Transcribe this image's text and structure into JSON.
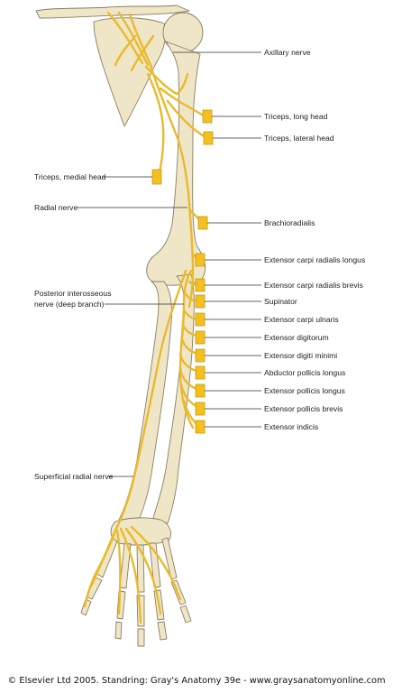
{
  "colors": {
    "bone": "#efe6c7",
    "bone_outline": "#8a7e62",
    "nerve": "#e9bb2c",
    "nerve_dark": "#c99a15",
    "muscle_box": "#f4c020",
    "leader": "#333333"
  },
  "labels": {
    "axillary_nerve": "Axillary nerve",
    "triceps_long": "Triceps, long head",
    "triceps_lateral": "Triceps, lateral head",
    "triceps_medial": "Triceps, medial head",
    "radial_nerve": "Radial nerve",
    "brachioradialis": "Brachioradialis",
    "ecr_longus": "Extensor carpi radialis longus",
    "ecr_brevis": "Extensor carpi radialis brevis",
    "posterior_interosseous_1": "Posterior interosseous",
    "posterior_interosseous_2": "nerve  (deep branch)",
    "supinator": "Supinator",
    "ec_ulnaris": "Extensor carpi ulnaris",
    "ext_digitorum": "Extensor digitorum",
    "ext_digiti_minimi": "Extensor digiti minimi",
    "abd_pollicis_longus": "Abductor pollicis longus",
    "ext_pollicis_longus": "Extensor pollicis longus",
    "ext_pollicis_brevis": "Extensor pollicis brevis",
    "ext_indicis": "Extensor indicis",
    "superficial_radial": "Superficial radial nerve"
  },
  "copyright": "© Elsevier Ltd 2005. Standring: Gray's Anatomy 39e - www.graysanatomyonline.com"
}
